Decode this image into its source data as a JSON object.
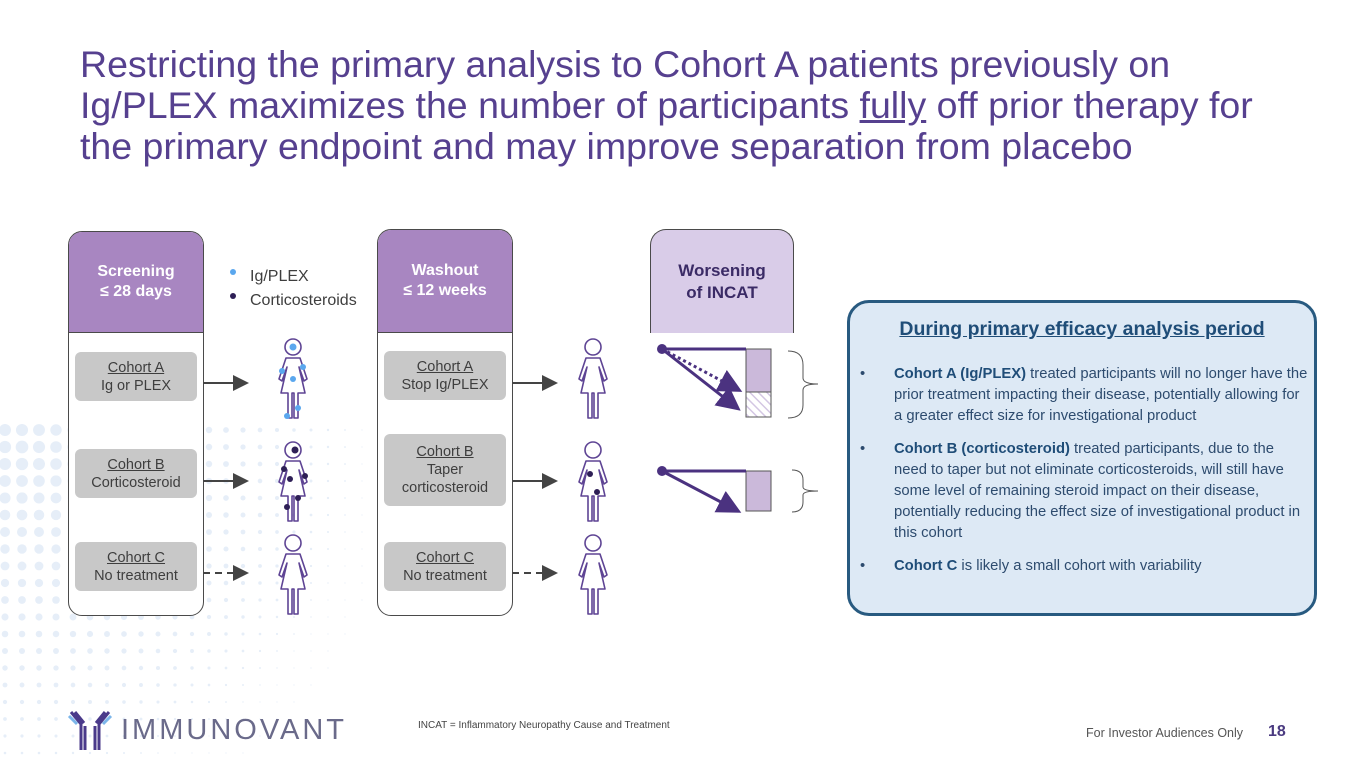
{
  "title": {
    "part1": "Restricting the primary analysis to Cohort A patients previously on Ig/PLEX maximizes the number of participants ",
    "underlined": "fully",
    "part2": " off prior therapy for the primary endpoint and may improve separation from placebo"
  },
  "legend": [
    {
      "label": "Ig/PLEX",
      "color": "#5aa7ee"
    },
    {
      "label": "Corticosteroids",
      "color": "#2e1f56"
    }
  ],
  "screening": {
    "header_line1": "Screening",
    "header_line2": "≤  28 days",
    "cohorts": [
      {
        "name": "Cohort A",
        "desc": "Ig or PLEX"
      },
      {
        "name": "Cohort B",
        "desc": "Corticosteroid"
      },
      {
        "name": "Cohort C",
        "desc": "No treatment"
      }
    ]
  },
  "washout": {
    "header_line1": "Washout",
    "header_line2": "≤ 12 weeks",
    "cohorts": [
      {
        "name": "Cohort A",
        "desc": "Stop Ig/PLEX"
      },
      {
        "name": "Cohort B",
        "desc": "Taper corticosteroid"
      },
      {
        "name": "Cohort C",
        "desc": "No treatment"
      }
    ]
  },
  "worsening": {
    "line1": "Worsening",
    "line2": "of INCAT"
  },
  "colors": {
    "accent": "#56408f",
    "panel_header": "#a886c1",
    "worsening": "#d9cce8",
    "info_bg": "#dde9f5",
    "info_border": "#285a80"
  },
  "infobox": {
    "heading": "During primary efficacy analysis period",
    "bullets": [
      {
        "bold": "Cohort A (Ig/PLEX)",
        "text": " treated participants will no longer have the prior treatment impacting their disease, potentially allowing for a greater effect size for investigational product"
      },
      {
        "bold": "Cohort B (corticosteroid)",
        "text": " treated participants, due to the need to taper but not eliminate corticosteroids, will still have some level of remaining steroid impact on their disease, potentially reducing the effect size of investigational product in this cohort"
      },
      {
        "bold": "Cohort C",
        "text": " is likely a small cohort with variability"
      }
    ]
  },
  "footer": {
    "logo": "IMMUNOVANT",
    "note": "INCAT = Inflammatory Neuropathy Cause and Treatment",
    "investor": "For Investor Audiences Only",
    "page": "18"
  }
}
